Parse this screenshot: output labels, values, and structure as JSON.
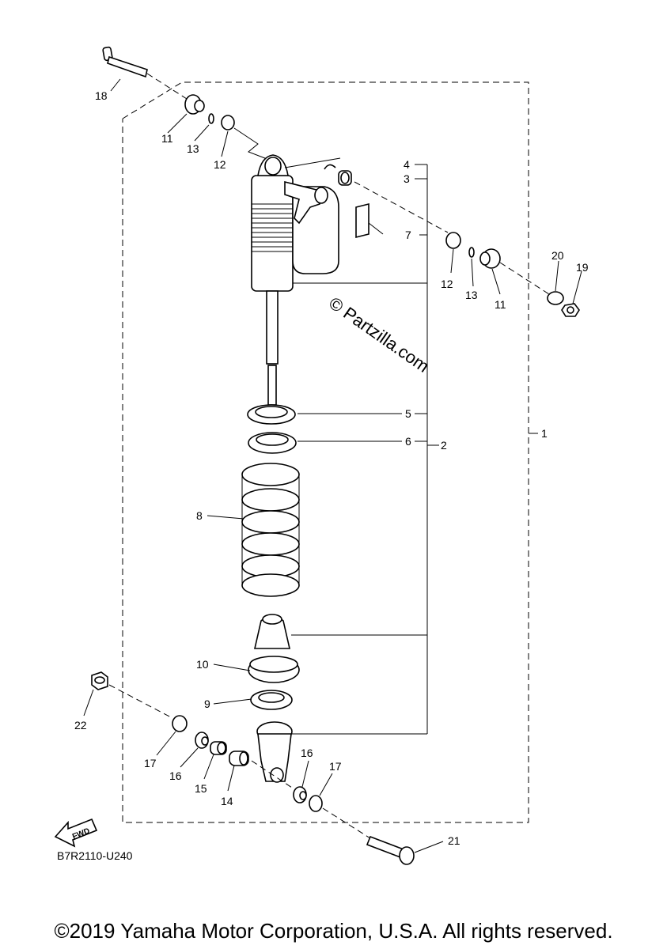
{
  "diagram": {
    "code": "B7R2110-U240",
    "fwd_label": "FWD",
    "watermark": "© Partzilla.com",
    "copyright": "©2019 Yamaha Motor Corporation, U.S.A. All rights reserved.",
    "callouts": [
      "1",
      "2",
      "3",
      "4",
      "5",
      "6",
      "7",
      "8",
      "9",
      "10",
      "11",
      "11",
      "12",
      "12",
      "13",
      "13",
      "14",
      "15",
      "16",
      "16",
      "17",
      "17",
      "18",
      "19",
      "20",
      "21",
      "22"
    ]
  }
}
